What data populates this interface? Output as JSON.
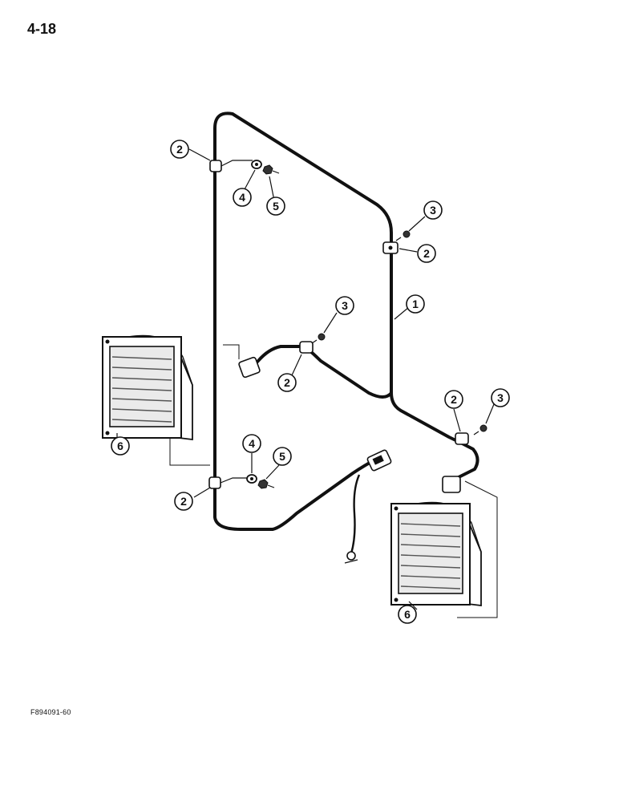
{
  "page": {
    "page_number": "4-18",
    "figure_code": "F894091-60"
  },
  "callouts": [
    {
      "id": "c2-top-left",
      "label": "2"
    },
    {
      "id": "c4-top",
      "label": "4"
    },
    {
      "id": "c5-top",
      "label": "5"
    },
    {
      "id": "c3-top-right",
      "label": "3"
    },
    {
      "id": "c2-top-right",
      "label": "2"
    },
    {
      "id": "c1",
      "label": "1"
    },
    {
      "id": "c3-mid",
      "label": "3"
    },
    {
      "id": "c2-mid",
      "label": "2"
    },
    {
      "id": "c2-right",
      "label": "2"
    },
    {
      "id": "c3-right",
      "label": "3"
    },
    {
      "id": "c6-left",
      "label": "6"
    },
    {
      "id": "c4-bottom",
      "label": "4"
    },
    {
      "id": "c5-bottom",
      "label": "5"
    },
    {
      "id": "c2-bottom-left",
      "label": "2"
    },
    {
      "id": "c6-right",
      "label": "6"
    }
  ]
}
